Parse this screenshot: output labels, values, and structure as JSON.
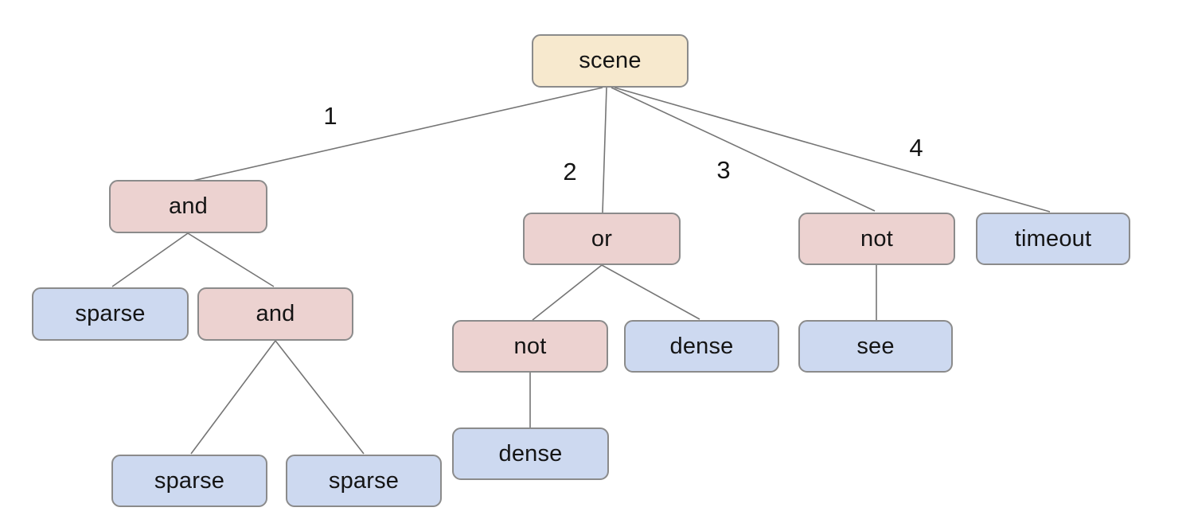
{
  "diagram": {
    "type": "tree",
    "description": "Behavior/parse tree rooted at a scene node with four numbered child branches",
    "colors": {
      "root_fill": "#f7e9ce",
      "operator_fill": "#ecd2d0",
      "leaf_fill": "#cdd9f0",
      "node_border": "#8b8b8b",
      "edge_line": "#757575",
      "text": "#141414",
      "background": "#ffffff"
    },
    "nodes": [
      {
        "id": "scene",
        "label": "scene",
        "kind": "root"
      },
      {
        "id": "and-1",
        "label": "and",
        "kind": "operator"
      },
      {
        "id": "or-1",
        "label": "or",
        "kind": "operator"
      },
      {
        "id": "not-1",
        "label": "not",
        "kind": "operator"
      },
      {
        "id": "timeout",
        "label": "timeout",
        "kind": "leaf"
      },
      {
        "id": "sparse-1",
        "label": "sparse",
        "kind": "leaf"
      },
      {
        "id": "and-2",
        "label": "and",
        "kind": "operator"
      },
      {
        "id": "not-2",
        "label": "not",
        "kind": "operator"
      },
      {
        "id": "dense-1",
        "label": "dense",
        "kind": "leaf"
      },
      {
        "id": "see",
        "label": "see",
        "kind": "leaf"
      },
      {
        "id": "dense-2",
        "label": "dense",
        "kind": "leaf"
      },
      {
        "id": "sparse-2",
        "label": "sparse",
        "kind": "leaf"
      },
      {
        "id": "sparse-3",
        "label": "sparse",
        "kind": "leaf"
      }
    ],
    "edges": [
      {
        "from": "scene",
        "to": "and-1",
        "label": "1"
      },
      {
        "from": "scene",
        "to": "or-1",
        "label": "2"
      },
      {
        "from": "scene",
        "to": "not-1",
        "label": "3"
      },
      {
        "from": "scene",
        "to": "timeout",
        "label": "4"
      },
      {
        "from": "and-1",
        "to": "sparse-1",
        "label": ""
      },
      {
        "from": "and-1",
        "to": "and-2",
        "label": ""
      },
      {
        "from": "and-2",
        "to": "sparse-2",
        "label": ""
      },
      {
        "from": "and-2",
        "to": "sparse-3",
        "label": ""
      },
      {
        "from": "or-1",
        "to": "not-2",
        "label": ""
      },
      {
        "from": "or-1",
        "to": "dense-1",
        "label": ""
      },
      {
        "from": "not-2",
        "to": "dense-2",
        "label": ""
      },
      {
        "from": "not-1",
        "to": "see",
        "label": ""
      }
    ]
  }
}
